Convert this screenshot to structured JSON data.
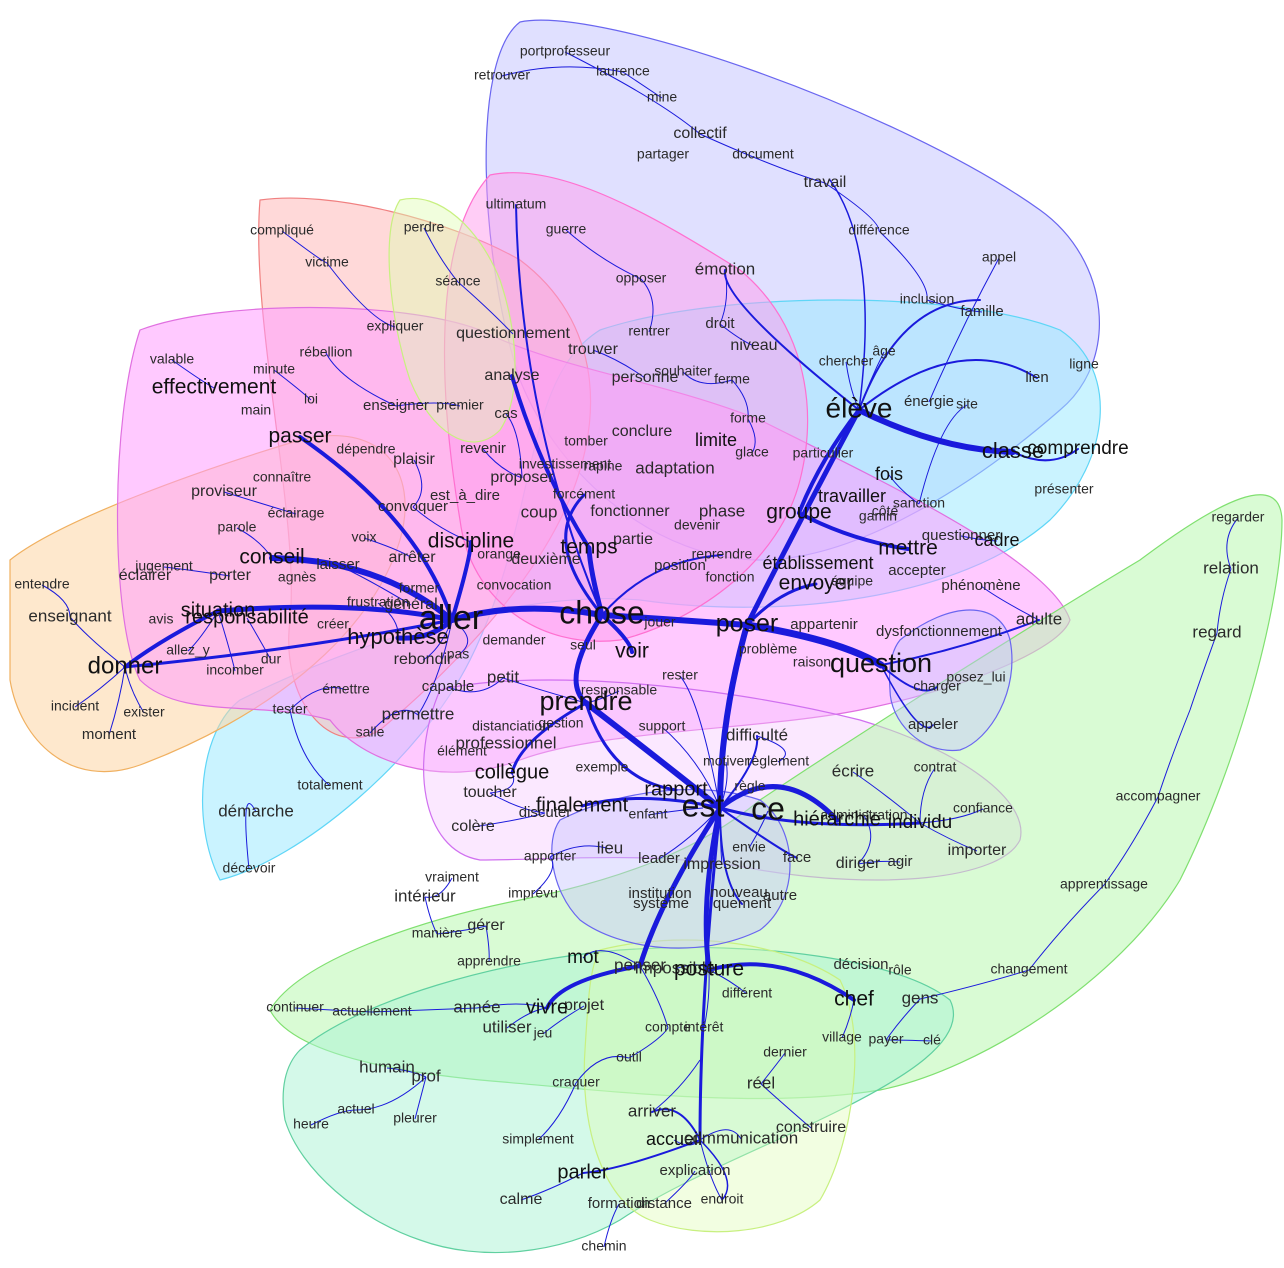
{
  "diagram": {
    "type": "similarity-graph",
    "colors": {
      "background": "#ffffff",
      "edge": "#1a1adc",
      "text_major": "#111111",
      "text_minor": "#2a2a2a",
      "clusters": [
        "#c7c6ff",
        "#ffb9b9",
        "#ff9cff",
        "#ff9ced",
        "#9ee9ff",
        "#fdd6a4",
        "#b9f7b0",
        "#a9f3d4",
        "#dffcb4",
        "#f6c6ff"
      ]
    },
    "words": [
      "portprofesseur",
      "laurence",
      "retrouver",
      "mine",
      "collectif",
      "partager",
      "document",
      "travail",
      "différence",
      "appel",
      "inclusion",
      "famille",
      "ligne",
      "lien",
      "âge",
      "chercher",
      "énergie",
      "site",
      "élève",
      "classe",
      "comprendre",
      "présenter",
      "compliqué",
      "perdre",
      "ultimatum",
      "guerre",
      "victime",
      "séance",
      "opposer",
      "émotion",
      "expliquer",
      "questionnement",
      "rentrer",
      "droit",
      "niveau",
      "trouver",
      "rébellion",
      "valable",
      "minute",
      "effectivement",
      "main",
      "loi",
      "enseigner",
      "premier",
      "analyse",
      "cas",
      "personne",
      "souhaiter",
      "ferme",
      "forme",
      "passer",
      "dépendre",
      "plaisir",
      "revenir",
      "tomber",
      "conclure",
      "limite",
      "glace",
      "particulier",
      "fois",
      "connaître",
      "proviseur",
      "investissement",
      "rapine",
      "adaptation",
      "proposer",
      "est_à_dire",
      "forcément",
      "fonctionner",
      "travailler",
      "sanction",
      "côté",
      "éclairage",
      "convoquer",
      "coup",
      "phase",
      "groupe",
      "gamin",
      "questionner",
      "cadre",
      "parole",
      "voix",
      "discipline",
      "partie",
      "temps",
      "devenir",
      "conseil",
      "arrêter",
      "orange",
      "deuxième",
      "reprendre",
      "position",
      "établissement",
      "accepter",
      "phénomène",
      "fonction",
      "envoyer",
      "équipe",
      "mettre",
      "jugement",
      "porter",
      "laisser",
      "éclairer",
      "entendre",
      "agnès",
      "former",
      "convocation",
      "enseignant",
      "avis",
      "responsabilité",
      "situation",
      "frustration",
      "général",
      "chose",
      "poser",
      "appartenir",
      "adulte",
      "regarder",
      "relation",
      "regard",
      "créer",
      "hypothèse",
      "aller",
      "demander",
      "seul",
      "jouer",
      "voir",
      "dysfonctionnement",
      "allez_y",
      "incomber",
      "dur",
      "rebondir",
      "problème",
      "raison",
      "question",
      "posez_lui",
      "charger",
      "pas",
      "donner",
      "émettre",
      "petit",
      "capable",
      "rester",
      "responsable",
      "incident",
      "tester",
      "permettre",
      "prendre",
      "support",
      "appeler",
      "exister",
      "moment",
      "salle",
      "distanciation",
      "gestion",
      "difficulté",
      "professionnel",
      "élément",
      "motiver",
      "règlement",
      "écrire",
      "contrat",
      "totalement",
      "collègue",
      "exemple",
      "rapport",
      "règle",
      "toucher",
      "démarche",
      "finalement",
      "discuter",
      "enfant",
      "administration",
      "confiance",
      "est",
      "ce",
      "hiérarchie",
      "individu",
      "colère",
      "accompagner",
      "apporter",
      "lieu",
      "envie",
      "face",
      "leader",
      "impression",
      "diriger",
      "agir",
      "importer",
      "décevoir",
      "vraiment",
      "institution",
      "nouveau",
      "autre",
      "apprentissage",
      "intérieur",
      "imprévu",
      "système",
      "quement",
      "manière",
      "gérer",
      "apprendre",
      "mot",
      "penser",
      "impossible",
      "posture",
      "décision",
      "rôle",
      "changement",
      "différent",
      "chef",
      "gens",
      "continuer",
      "actuellement",
      "année",
      "projet",
      "vivre",
      "utiliser",
      "jeu",
      "compte",
      "intérêt",
      "village",
      "payer",
      "clé",
      "humain",
      "prof",
      "outil",
      "dernier",
      "craquer",
      "réel",
      "actuel",
      "heure",
      "pleurer",
      "arriver",
      "construire",
      "simplement",
      "accueil",
      "communication",
      "parler",
      "explication",
      "calme",
      "formation",
      "distance",
      "endroit",
      "chemin"
    ]
  }
}
